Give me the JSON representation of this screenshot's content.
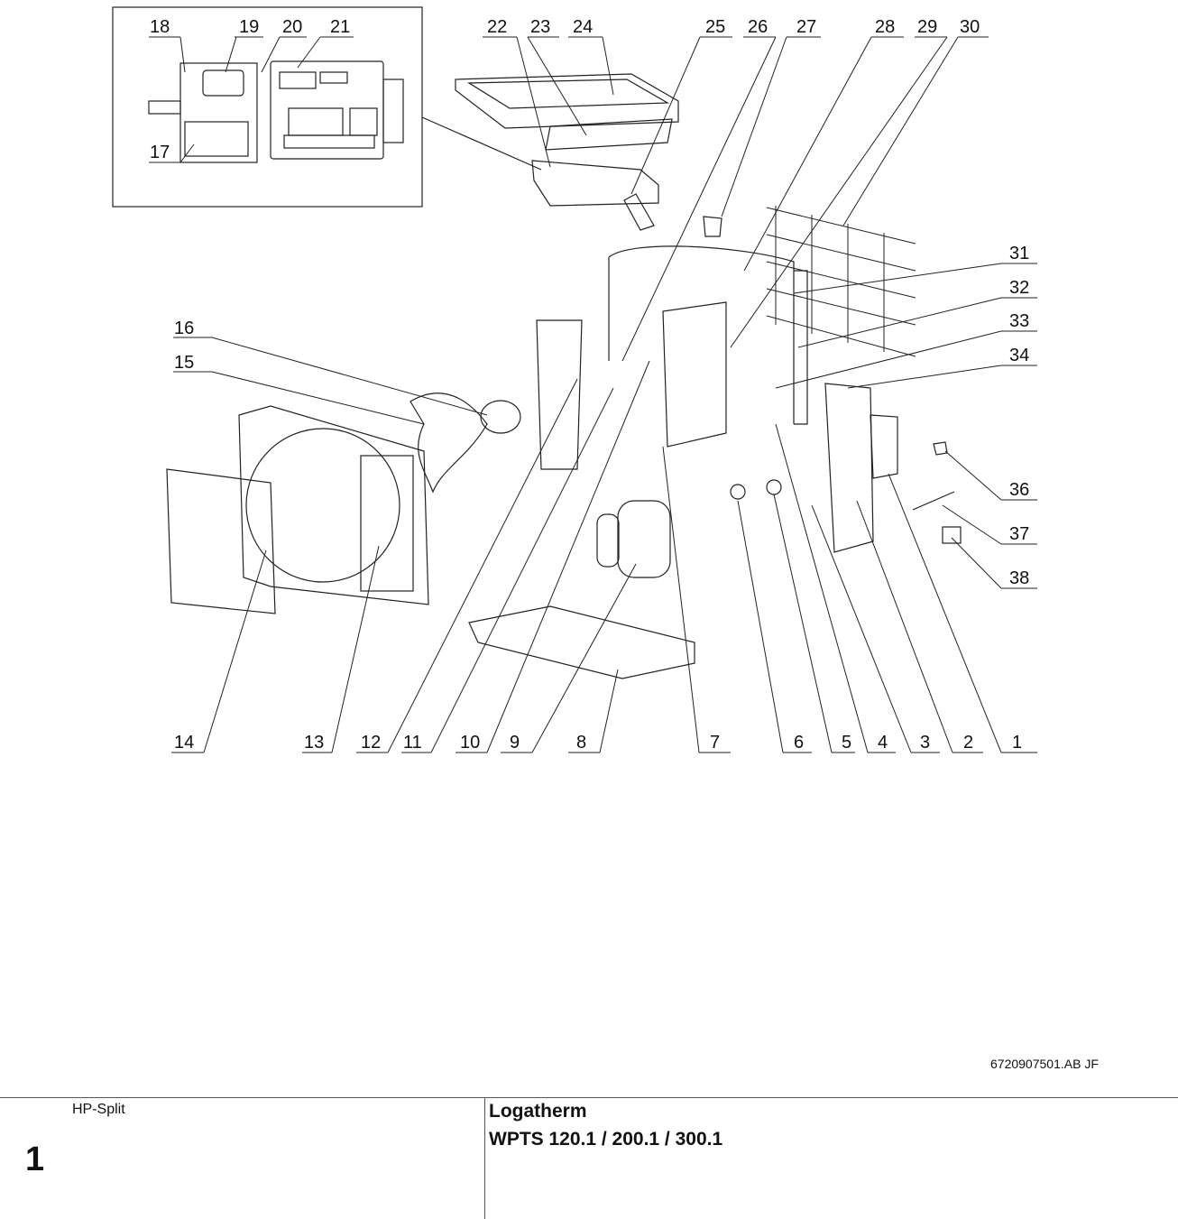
{
  "document_number": "6720907501.AB   JF",
  "footer": {
    "category": "HP-Split",
    "page": "1",
    "product": "Logatherm",
    "models": "WPTS 120.1 / 200.1 / 300.1"
  },
  "callouts": {
    "top": [
      "18",
      "19",
      "20",
      "21",
      "22",
      "23",
      "24",
      "25",
      "26",
      "27",
      "28",
      "29",
      "30"
    ],
    "right": [
      "31",
      "32",
      "33",
      "34",
      "36",
      "37",
      "38"
    ],
    "left": [
      "16",
      "15",
      "17"
    ],
    "bottom": [
      "14",
      "13",
      "12",
      "11",
      "10",
      "9",
      "8",
      "7",
      "6",
      "5",
      "4",
      "3",
      "2",
      "1"
    ]
  },
  "colors": {
    "line": "#222222",
    "background": "#ffffff"
  }
}
